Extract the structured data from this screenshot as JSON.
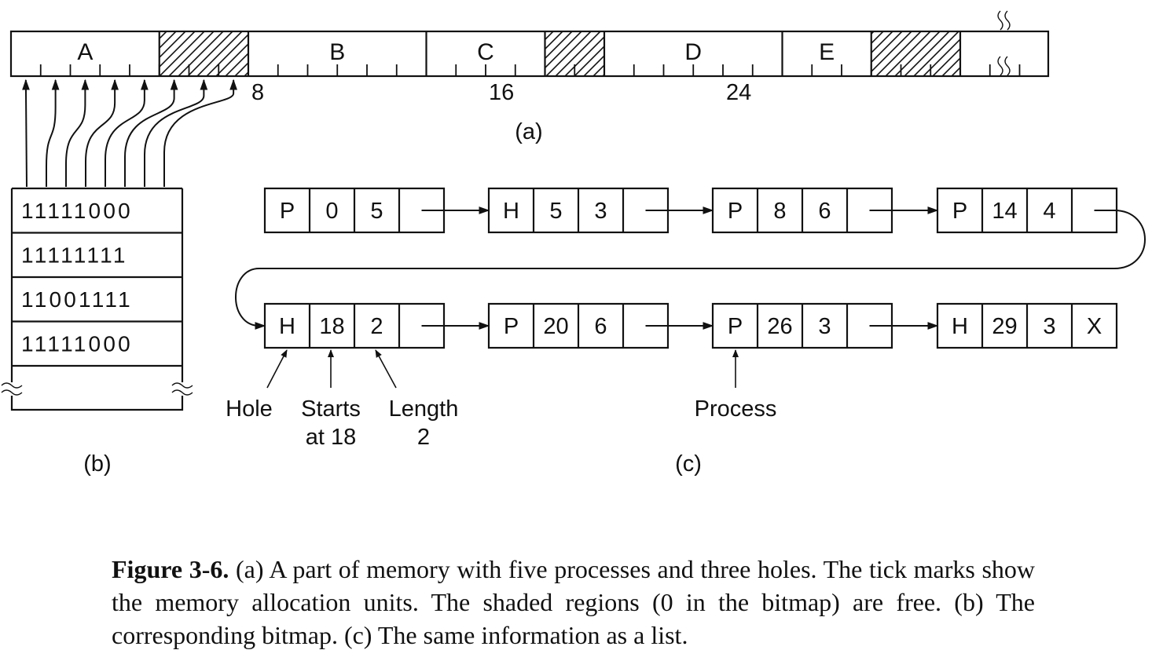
{
  "memory": {
    "segments": [
      {
        "label": "A",
        "start": 0,
        "length": 5,
        "free": false
      },
      {
        "label": "",
        "start": 5,
        "length": 3,
        "free": true
      },
      {
        "label": "B",
        "start": 8,
        "length": 6,
        "free": false
      },
      {
        "label": "C",
        "start": 14,
        "length": 4,
        "free": false
      },
      {
        "label": "",
        "start": 18,
        "length": 2,
        "free": true
      },
      {
        "label": "D",
        "start": 20,
        "length": 6,
        "free": false
      },
      {
        "label": "E",
        "start": 26,
        "length": 3,
        "free": false
      },
      {
        "label": "",
        "start": 29,
        "length": 3,
        "free": true
      }
    ],
    "axis_labels": [
      {
        "unit": 8,
        "text": "8"
      },
      {
        "unit": 16,
        "text": "16"
      },
      {
        "unit": 24,
        "text": "24"
      }
    ],
    "sublabel": "(a)"
  },
  "bitmap": {
    "rows": [
      "11111000",
      "11111111",
      "11001111",
      "11111000"
    ],
    "sublabel": "(b)"
  },
  "list": {
    "nodes": [
      {
        "type": "P",
        "start": "0",
        "length": "5",
        "next": ""
      },
      {
        "type": "H",
        "start": "5",
        "length": "3",
        "next": ""
      },
      {
        "type": "P",
        "start": "8",
        "length": "6",
        "next": ""
      },
      {
        "type": "P",
        "start": "14",
        "length": "4",
        "next": ""
      },
      {
        "type": "H",
        "start": "18",
        "length": "2",
        "next": ""
      },
      {
        "type": "P",
        "start": "20",
        "length": "6",
        "next": ""
      },
      {
        "type": "P",
        "start": "26",
        "length": "3",
        "next": ""
      },
      {
        "type": "H",
        "start": "29",
        "length": "3",
        "next": "X"
      }
    ],
    "annotations": {
      "hole": "Hole",
      "starts_line1": "Starts",
      "starts_line2": "at 18",
      "length_line1": "Length",
      "length_line2": "2",
      "process": "Process"
    },
    "sublabel": "(c)"
  },
  "caption": {
    "lead": "Figure 3-6.",
    "text": "(a) A part of memory with five processes and three holes. The tick marks show the memory allocation units. The shaded regions (0 in the bitmap) are free. (b) The corresponding bitmap. (c) The same information as a list."
  }
}
